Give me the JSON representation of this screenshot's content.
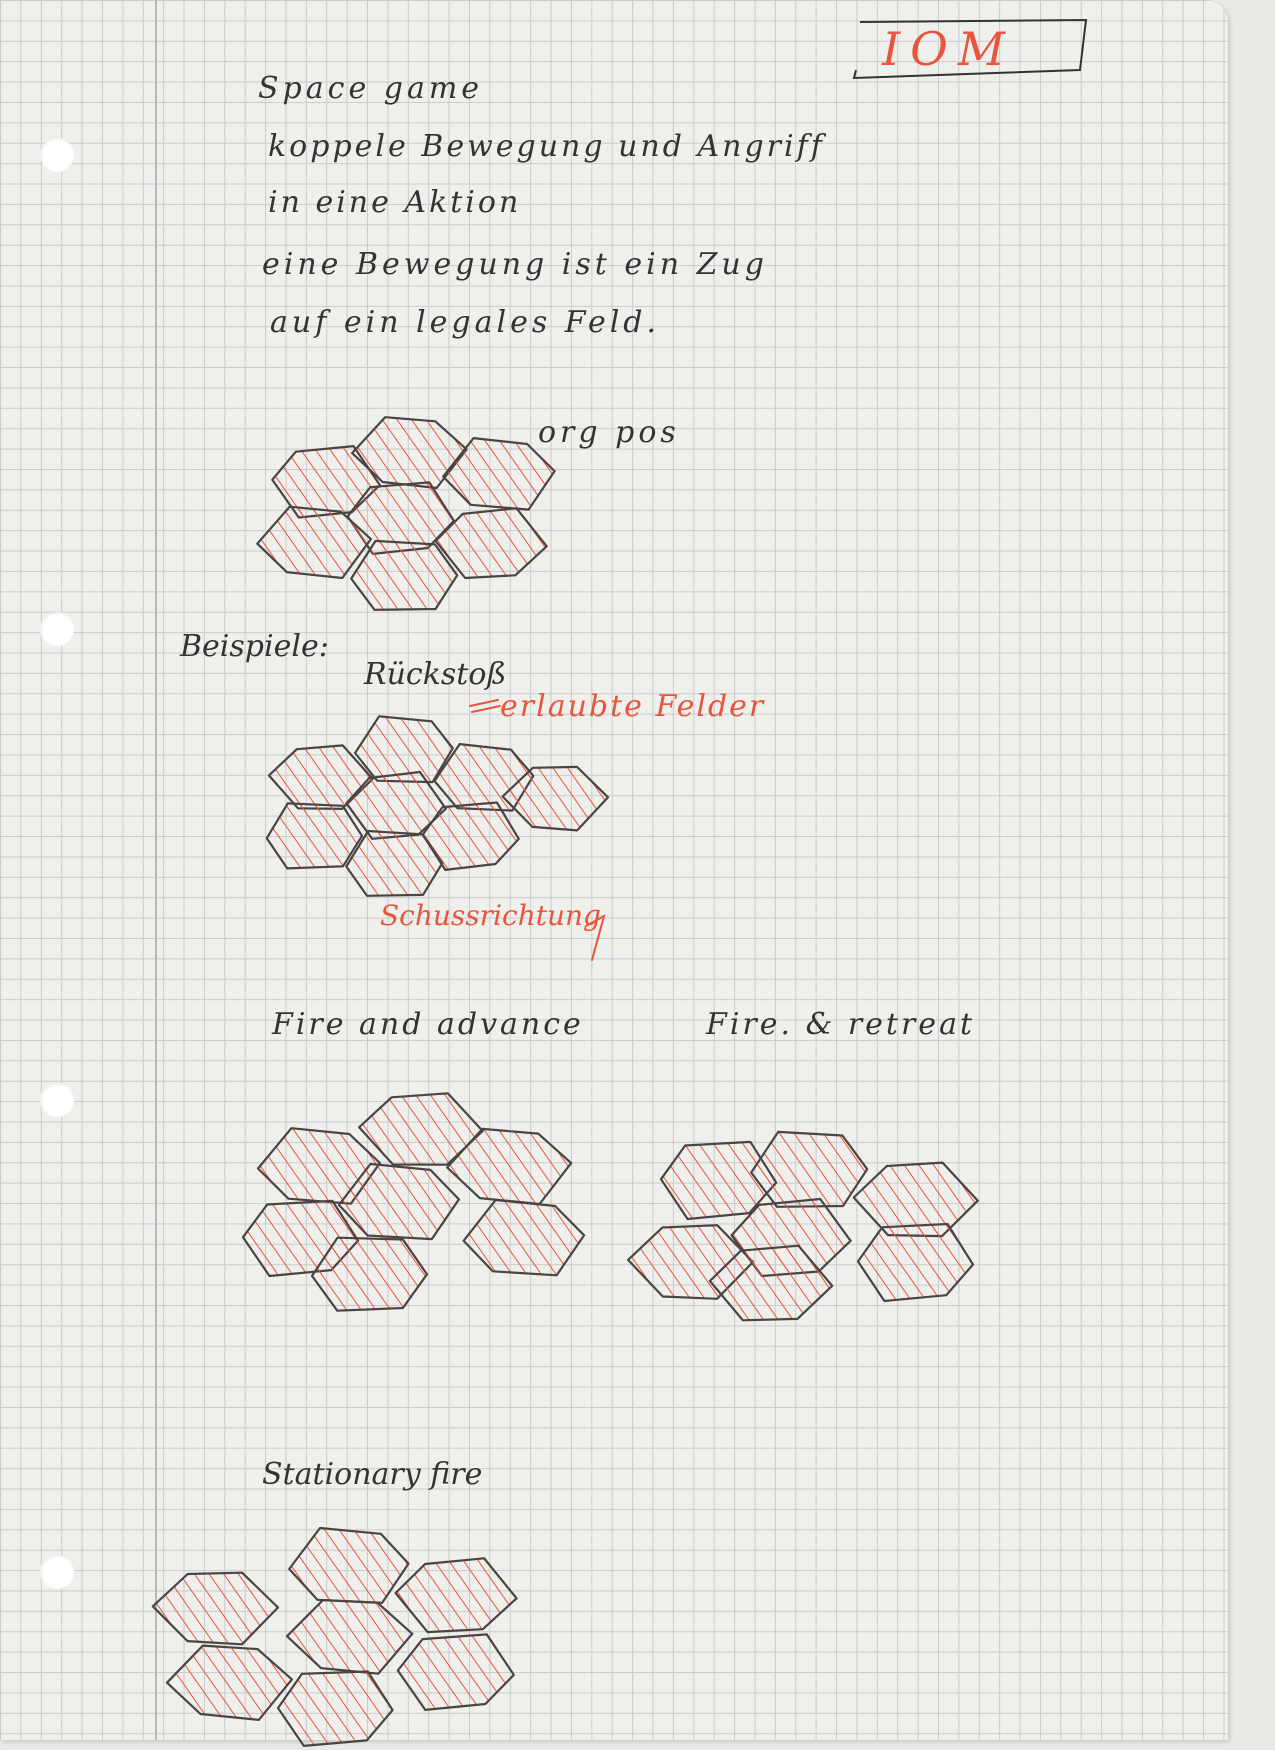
{
  "page": {
    "header_code": "IOM",
    "title": "Space game",
    "lines": [
      "koppele Bewegung und Angriff",
      "in eine Aktion",
      "eine Bewegung ist ein Zug",
      "auf ein legales Feld."
    ],
    "label_org_pos": "org pos",
    "label_examples": "Beispiele:",
    "example_recoil": "Rückstoß",
    "legend_allowed": "erlaubte Felder",
    "legend_direction": "Schussrichtung",
    "example_fire_advance": "Fire and advance",
    "example_fire_retreat": "Fire. & retreat",
    "example_stationary": "Stationary fire"
  },
  "colors": {
    "ink": "#333333",
    "red_pen": "#e8553c",
    "grid": "#c9cbd0",
    "paper": "#efefec"
  }
}
